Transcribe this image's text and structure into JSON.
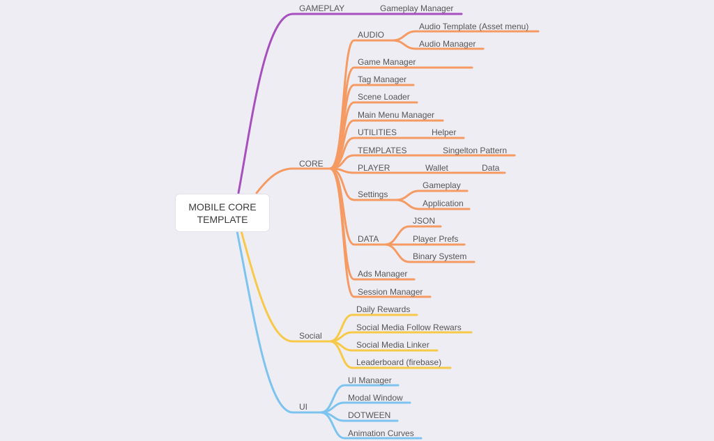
{
  "root": {
    "line1": "MOBILE CORE",
    "line2": "TEMPLATE"
  },
  "colors": {
    "gameplay": "#a64fbf",
    "core": "#f59a63",
    "social": "#f7c948",
    "ui": "#7cc4ef"
  },
  "branches": {
    "gameplay": {
      "label": "GAMEPLAY",
      "items": {
        "gameplay_manager": "Gameplay Manager"
      }
    },
    "core": {
      "label": "CORE",
      "audio": {
        "label": "AUDIO",
        "template": "Audio Template (Asset menu)",
        "manager": "Audio Manager"
      },
      "game_manager": "Game Manager",
      "tag_manager": "Tag Manager",
      "scene_loader": "Scene Loader",
      "main_menu_manager": "Main Menu Manager",
      "utilities": {
        "label": "UTILITIES",
        "helper": "Helper"
      },
      "templates": {
        "label": "TEMPLATES",
        "singleton": "Singelton Pattern"
      },
      "player": {
        "label": "PLAYER",
        "wallet": "Wallet",
        "data": "Data"
      },
      "settings": {
        "label": "Settings",
        "gameplay": "Gameplay",
        "application": "Application"
      },
      "data": {
        "label": "DATA",
        "json": "JSON",
        "player_prefs": "Player Prefs",
        "binary": "Binary System"
      },
      "ads_manager": "Ads Manager",
      "session_manager": "Session Manager"
    },
    "social": {
      "label": "Social",
      "daily_rewards": "Daily Rewards",
      "follow_rewards": "Social Media Follow Rewars",
      "linker": "Social Media Linker",
      "leaderboard": "Leaderboard (firebase)"
    },
    "ui": {
      "label": "UI",
      "ui_manager": "UI Manager",
      "modal_window": "Modal Window",
      "dotween": "DOTWEEN",
      "animation_curves": "Animation Curves"
    }
  }
}
